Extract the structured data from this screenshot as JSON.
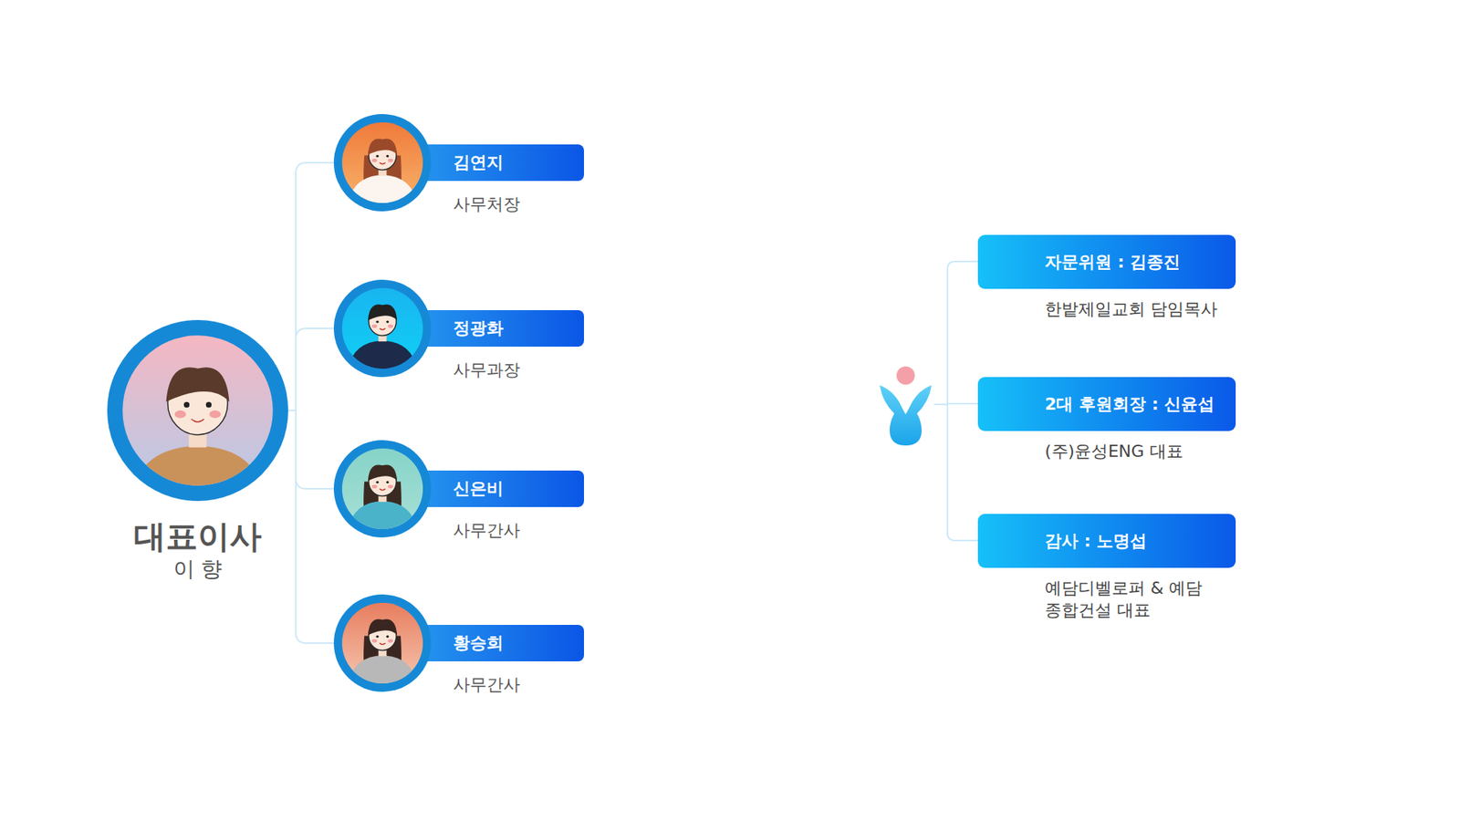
{
  "diagram": {
    "nodes": [
      {
        "text": [
          "대표이사",
          "이 향"
        ]
      },
      {
        "text": [
          "김연지",
          "사무처장"
        ]
      },
      {
        "text": [
          "정광화",
          "사무과장"
        ]
      },
      {
        "text": [
          "신은비",
          "사무간사"
        ]
      },
      {
        "text": [
          "황승희",
          "사무간사"
        ]
      },
      {
        "text": [
          "자문위원 : 김종진",
          "한밭제일교회 담임목사"
        ]
      },
      {
        "text": [
          "2대 후원회장 : 신윤섭",
          "(주)윤성ENG 대표"
        ]
      },
      {
        "text": [
          "감사 : 노명섭",
          "예담디벨로퍼 & 예담종합건설 대표"
        ]
      }
    ],
    "edges": [
      {
        "from": 0,
        "to": 1,
        "arrow": "none"
      },
      {
        "from": 0,
        "to": 2,
        "arrow": "none"
      },
      {
        "from": 0,
        "to": 3,
        "arrow": "none"
      },
      {
        "from": 0,
        "to": 4,
        "arrow": "none"
      }
    ]
  }
}
